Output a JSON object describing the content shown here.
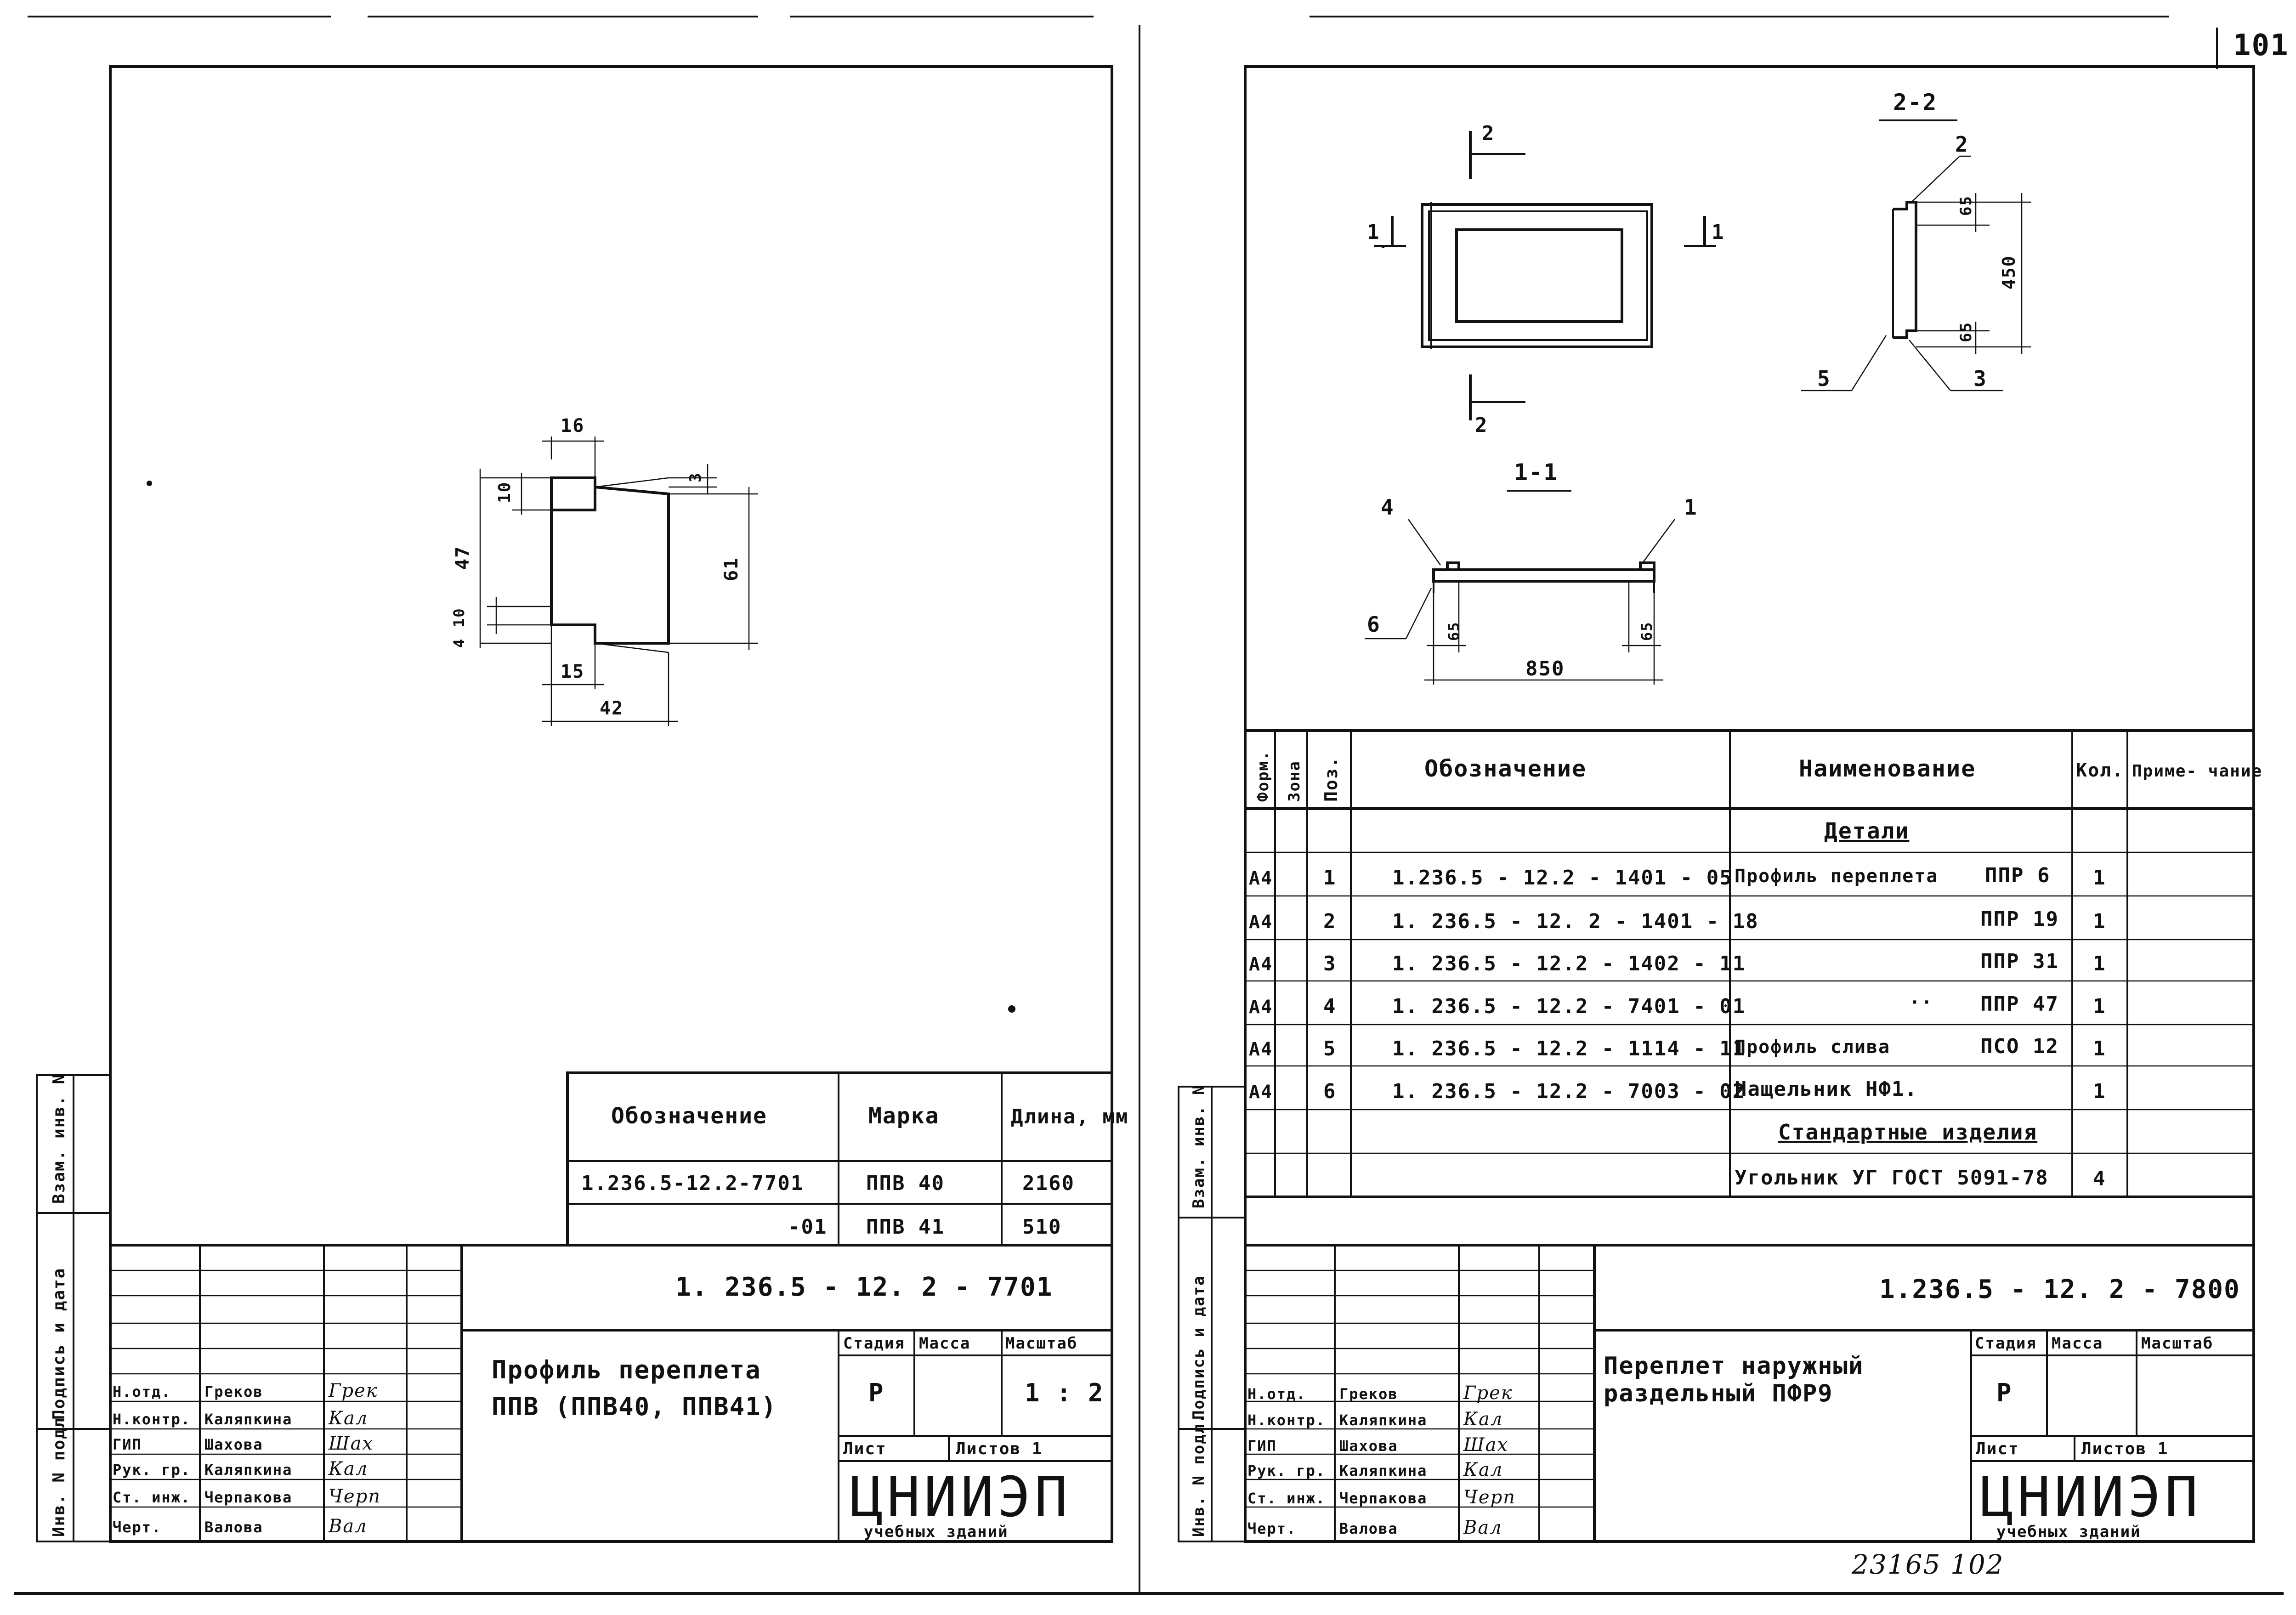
{
  "sheet_number": "101",
  "footer_note": "23165   102",
  "left_sheet": {
    "profile_dims": {
      "d16": "16",
      "d10": "10",
      "d3": "3",
      "d47": "47",
      "d4": "4",
      "d10b": "10",
      "d61": "61",
      "d15": "15",
      "d42": "42"
    },
    "marks_table": {
      "headers": {
        "designation": "Обозначение",
        "mark": "Марка",
        "length": "Длина, мм"
      },
      "rows": [
        {
          "designation": "1.236.5-12.2-7701",
          "mark": "ППВ 40",
          "length": "2160"
        },
        {
          "designation": "-01",
          "mark": "ППВ 41",
          "length": "510"
        }
      ]
    },
    "side_stamp": {
      "top": "Взам. инв. N",
      "mid": "Подпись и дата",
      "bottom": "Инв. N подл."
    },
    "title_block": {
      "doc_code": "1. 236.5 - 12. 2 - 7701",
      "title_line1": "Профиль переплета",
      "title_line2": "ППВ (ППВ40, ППВ41)",
      "stage_label": "Стадия",
      "mass_label": "Масса",
      "scale_label": "Масштаб",
      "stage": "Р",
      "mass": "",
      "scale": "1 : 2",
      "sheet_label": "Лист",
      "sheets_label": "Листов 1",
      "org_name": "ЦНИИЭП",
      "org_sub": "учебных зданий",
      "staff": [
        {
          "role": "Н.отд.",
          "name": "Греков",
          "sign": "Грек"
        },
        {
          "role": "Н.контр.",
          "name": "Каляпкина",
          "sign": "Кал"
        },
        {
          "role": "ГИП",
          "name": "Шахова",
          "sign": "Шах"
        },
        {
          "role": "Рук. гр.",
          "name": "Каляпкина",
          "sign": "Кал"
        },
        {
          "role": "Ст. инж.",
          "name": "Черпакова",
          "sign": "Черп"
        },
        {
          "role": "Черт.",
          "name": "Валова",
          "sign": "Вал"
        }
      ]
    }
  },
  "right_sheet": {
    "views": {
      "section_22_label": "2-2",
      "section_11_label": "1-1",
      "cut_mark_1": "1",
      "cut_mark_2": "2",
      "dim_450": "450",
      "dim_65": "65",
      "dim_850": "850",
      "callouts": {
        "p1": "1",
        "p2": "2",
        "p3": "3",
        "p4": "4",
        "p5": "5",
        "p6": "6"
      }
    },
    "spec_table": {
      "headers": {
        "format": "Форм.",
        "zone": "Зона",
        "pos": "Поз.",
        "designation": "Обозначение",
        "name": "Наименование",
        "qty": "Кол.",
        "note": "Приме- чание"
      },
      "section_details": "Детали",
      "rows": [
        {
          "format": "А4",
          "pos": "1",
          "designation": "1.236.5 - 12.2 - 1401 - 05",
          "name_left": "Профиль переплета",
          "name_right": "ППР 6",
          "qty": "1"
        },
        {
          "format": "А4",
          "pos": "2",
          "designation": "1. 236.5 - 12. 2 - 1401 - 18",
          "name_left": "",
          "name_right": "ППР 19",
          "qty": "1"
        },
        {
          "format": "А4",
          "pos": "3",
          "designation": "1. 236.5 - 12.2 - 1402 - 11",
          "name_left": "",
          "name_right": "ППР 31",
          "qty": "1"
        },
        {
          "format": "А4",
          "pos": "4",
          "designation": "1. 236.5 - 12.2 - 7401 - 01",
          "name_left": "··",
          "name_right": "ППР 47",
          "qty": "1"
        },
        {
          "format": "А4",
          "pos": "5",
          "designation": "1. 236.5 - 12.2 - 1114 - 11",
          "name_left": "Профиль слива",
          "name_right": "ПСО 12",
          "qty": "1"
        },
        {
          "format": "А4",
          "pos": "6",
          "designation": "1. 236.5 - 12.2 - 7003 - 02",
          "name_left": "Нащельник НФ1.",
          "name_right": "",
          "qty": "1"
        }
      ],
      "section_standard": "Стандартные изделия",
      "standard_row": {
        "name": "Угольник УГ ГОСТ 5091-78",
        "qty": "4"
      }
    },
    "side_stamp": {
      "top": "Взам. инв. N",
      "mid": "Подпись и дата",
      "bottom": "Инв. N подл."
    },
    "title_block": {
      "doc_code": "1.236.5 - 12. 2 - 7800",
      "title_line1": "Переплет наружный",
      "title_line2": "раздельный ПФР9",
      "stage_label": "Стадия",
      "mass_label": "Масса",
      "scale_label": "Масштаб",
      "stage": "Р",
      "mass": "",
      "scale": "",
      "sheet_label": "Лист",
      "sheets_label": "Листов 1",
      "org_name": "ЦНИИЭП",
      "org_sub": "учебных зданий",
      "staff": [
        {
          "role": "Н.отд.",
          "name": "Греков",
          "sign": "Грек"
        },
        {
          "role": "Н.контр.",
          "name": "Каляпкина",
          "sign": "Кал"
        },
        {
          "role": "ГИП",
          "name": "Шахова",
          "sign": "Шах"
        },
        {
          "role": "Рук. гр.",
          "name": "Каляпкина",
          "sign": "Кал"
        },
        {
          "role": "Ст. инж.",
          "name": "Черпакова",
          "sign": "Черп"
        },
        {
          "role": "Черт.",
          "name": "Валова",
          "sign": "Вал"
        }
      ]
    }
  }
}
